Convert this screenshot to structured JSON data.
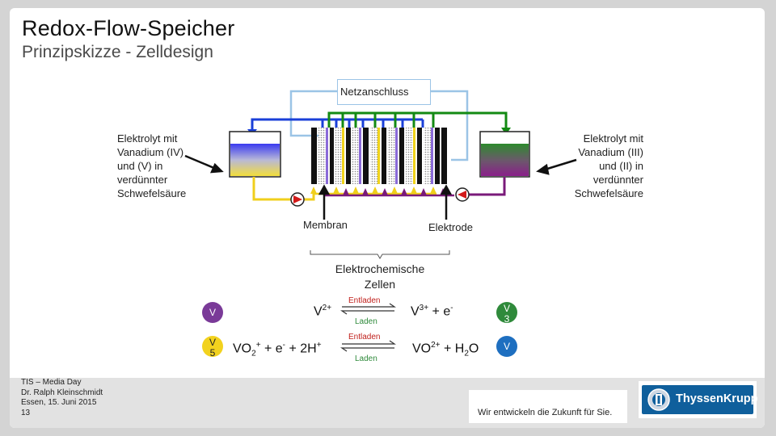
{
  "title": "Redox-Flow-Speicher",
  "subtitle": "Prinzipskizze - Zelldesign",
  "diagram": {
    "grid_label": "Netzanschluss",
    "left_electrolyte": [
      "Elektrolyt mit",
      "Vanadium (IV)",
      "und (V) in",
      "verdünnter",
      "Schwefelsäure"
    ],
    "right_electrolyte": [
      "Elektrolyt mit",
      "Vanadium (III)",
      "und (II) in",
      "verdünnter",
      "Schwefelsäure"
    ],
    "membrane_label": "Membran",
    "electrode_label": "Elektrode",
    "cells_label": [
      "Elektrochemische",
      "Zellen"
    ]
  },
  "reactions": {
    "discharge_label": "Entladen",
    "charge_label": "Laden",
    "r1": {
      "left": "V",
      "left_sup": "2+",
      "right": "V",
      "right_sup": "3+",
      "right_tail": " + e",
      "right_tail_sup": "-"
    },
    "r2": {
      "left": "VO",
      "left_sub": "2",
      "left_sup": "+",
      "left_mid": " + e",
      "left_mid_sup": "-",
      "left_tail": " + 2H",
      "left_tail_sup": "+",
      "right": "VO",
      "right_sup": "2+",
      "right_tail": " + H",
      "right_tail_sub": "2",
      "right_end": "O"
    },
    "ion_left_top": "V",
    "ion_right_top": [
      "V",
      "3"
    ],
    "ion_left_bottom": [
      "V",
      "5"
    ],
    "ion_right_bottom": "V"
  },
  "colors": {
    "ion_purple": "#7a3a98",
    "ion_green": "#2f8a3b",
    "ion_yellow": "#f2d21e",
    "ion_blue": "#1e6fc0"
  },
  "footer": {
    "lines": [
      "TIS – Media Day",
      "Dr. Ralph Kleinschmidt",
      "Essen, 15. Juni 2015",
      "13"
    ],
    "tagline": "Wir entwickeln die Zukunft für Sie.",
    "logo_text": "ThyssenKrupp"
  }
}
